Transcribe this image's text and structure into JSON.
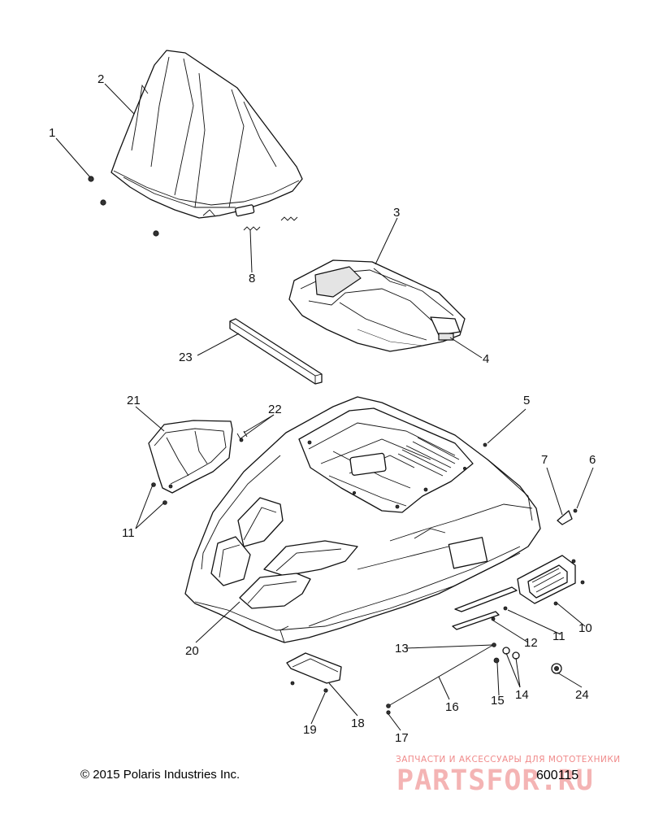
{
  "diagram": {
    "callouts": [
      "1",
      "2",
      "3",
      "4",
      "5",
      "6",
      "7",
      "8",
      "10",
      "11",
      "11",
      "11",
      "12",
      "13",
      "14",
      "15",
      "16",
      "17",
      "18",
      "19",
      "20",
      "21",
      "22",
      "23",
      "24"
    ]
  },
  "footer": {
    "copyright": "© 2015 Polaris Industries Inc.",
    "diagram_id": "600115"
  },
  "watermark": {
    "tagline": "ЗАПЧАСТИ И АКСЕССУАРЫ ДЛЯ МОТОТЕХНИКИ",
    "logo": "PARTSFOR.RU"
  }
}
